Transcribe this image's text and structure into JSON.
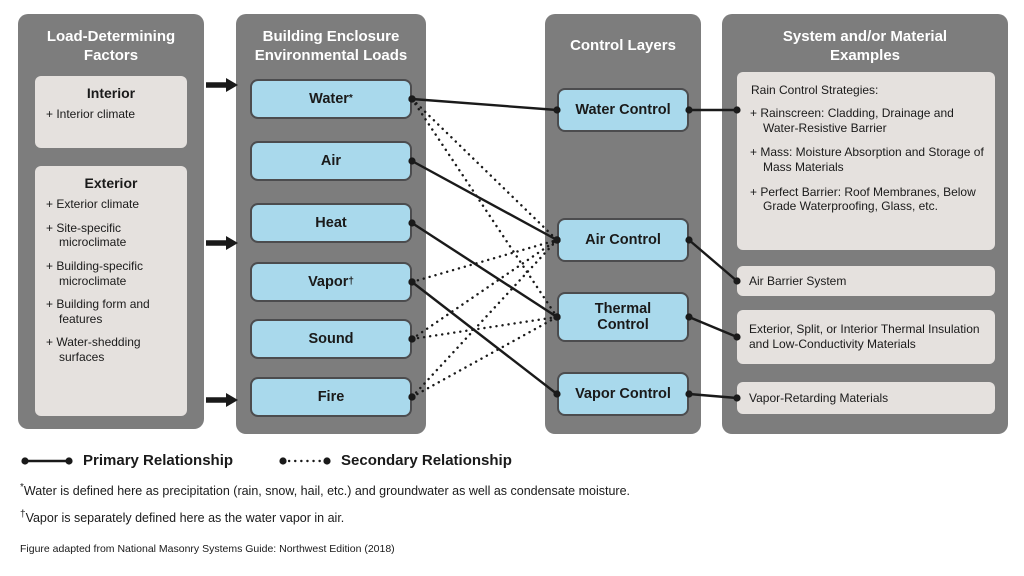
{
  "columns": {
    "factors": {
      "title": "Load-Determining Factors",
      "interior": {
        "title": "Interior",
        "items": [
          "+ Interior climate"
        ]
      },
      "exterior": {
        "title": "Exterior",
        "items": [
          "+ Exterior climate",
          "+ Site-specific microclimate",
          "+ Building-specific microclimate",
          "+ Building form and features",
          "+ Water-shedding surfaces"
        ]
      }
    },
    "loads": {
      "title": "Building Enclosure Environmental Loads",
      "items": [
        {
          "id": "water",
          "label": "Water",
          "sup": "*"
        },
        {
          "id": "air",
          "label": "Air",
          "sup": ""
        },
        {
          "id": "heat",
          "label": "Heat",
          "sup": ""
        },
        {
          "id": "vapor",
          "label": "Vapor",
          "sup": "†"
        },
        {
          "id": "sound",
          "label": "Sound",
          "sup": ""
        },
        {
          "id": "fire",
          "label": "Fire",
          "sup": ""
        }
      ]
    },
    "controls": {
      "title": "Control Layers",
      "items": [
        {
          "id": "water-control",
          "label": "Water Control"
        },
        {
          "id": "air-control",
          "label": "Air Control"
        },
        {
          "id": "thermal-control",
          "label": "Thermal Control"
        },
        {
          "id": "vapor-control",
          "label": "Vapor Control"
        }
      ]
    },
    "examples": {
      "title": "System and/or Material Examples",
      "rain_box": {
        "heading": "Rain Control Strategies:",
        "items": [
          "+ Rainscreen: Cladding, Drainage and Water-Resistive Barrier",
          "+ Mass: Moisture Absorption and Storage of Mass Materials",
          "+ Perfect Barrier: Roof Membranes, Below Grade Waterproofing, Glass, etc."
        ]
      },
      "air_box": "Air Barrier System",
      "thermal_box": "Exterior, Split, or Interior Thermal Insulation and Low-Conductivity Materials",
      "vapor_box": "Vapor-Retarding Materials"
    }
  },
  "connections": {
    "primary": [
      [
        "water",
        "water-control"
      ],
      [
        "air",
        "air-control"
      ],
      [
        "heat",
        "thermal-control"
      ],
      [
        "vapor",
        "vapor-control"
      ],
      [
        "water-control",
        "rain-examples"
      ],
      [
        "air-control",
        "air-example"
      ],
      [
        "thermal-control",
        "thermal-example"
      ],
      [
        "vapor-control",
        "vapor-example"
      ]
    ],
    "secondary": [
      [
        "water",
        "air-control"
      ],
      [
        "water",
        "thermal-control"
      ],
      [
        "vapor",
        "air-control"
      ],
      [
        "sound",
        "air-control"
      ],
      [
        "sound",
        "thermal-control"
      ],
      [
        "fire",
        "air-control"
      ],
      [
        "fire",
        "thermal-control"
      ]
    ],
    "factor_to_loads_arrows": 3
  },
  "legend": {
    "primary_label": "Primary Relationship",
    "secondary_label": "Secondary Relationship"
  },
  "footnotes": {
    "water_marker": "*",
    "water": "Water is defined here as precipitation (rain, snow, hail, etc.) and groundwater as well as condensate moisture.",
    "vapor_marker": "†",
    "vapor": "Vapor is separately defined here as the water vapor in air.",
    "credit": "Figure adapted from National Masonry Systems Guide: Northwest Edition (2018)"
  },
  "colors": {
    "panel": "#7d7d7d",
    "load_box": "#a9d9ec",
    "example_box": "#e5e1de",
    "line": "#1a1a1a"
  }
}
